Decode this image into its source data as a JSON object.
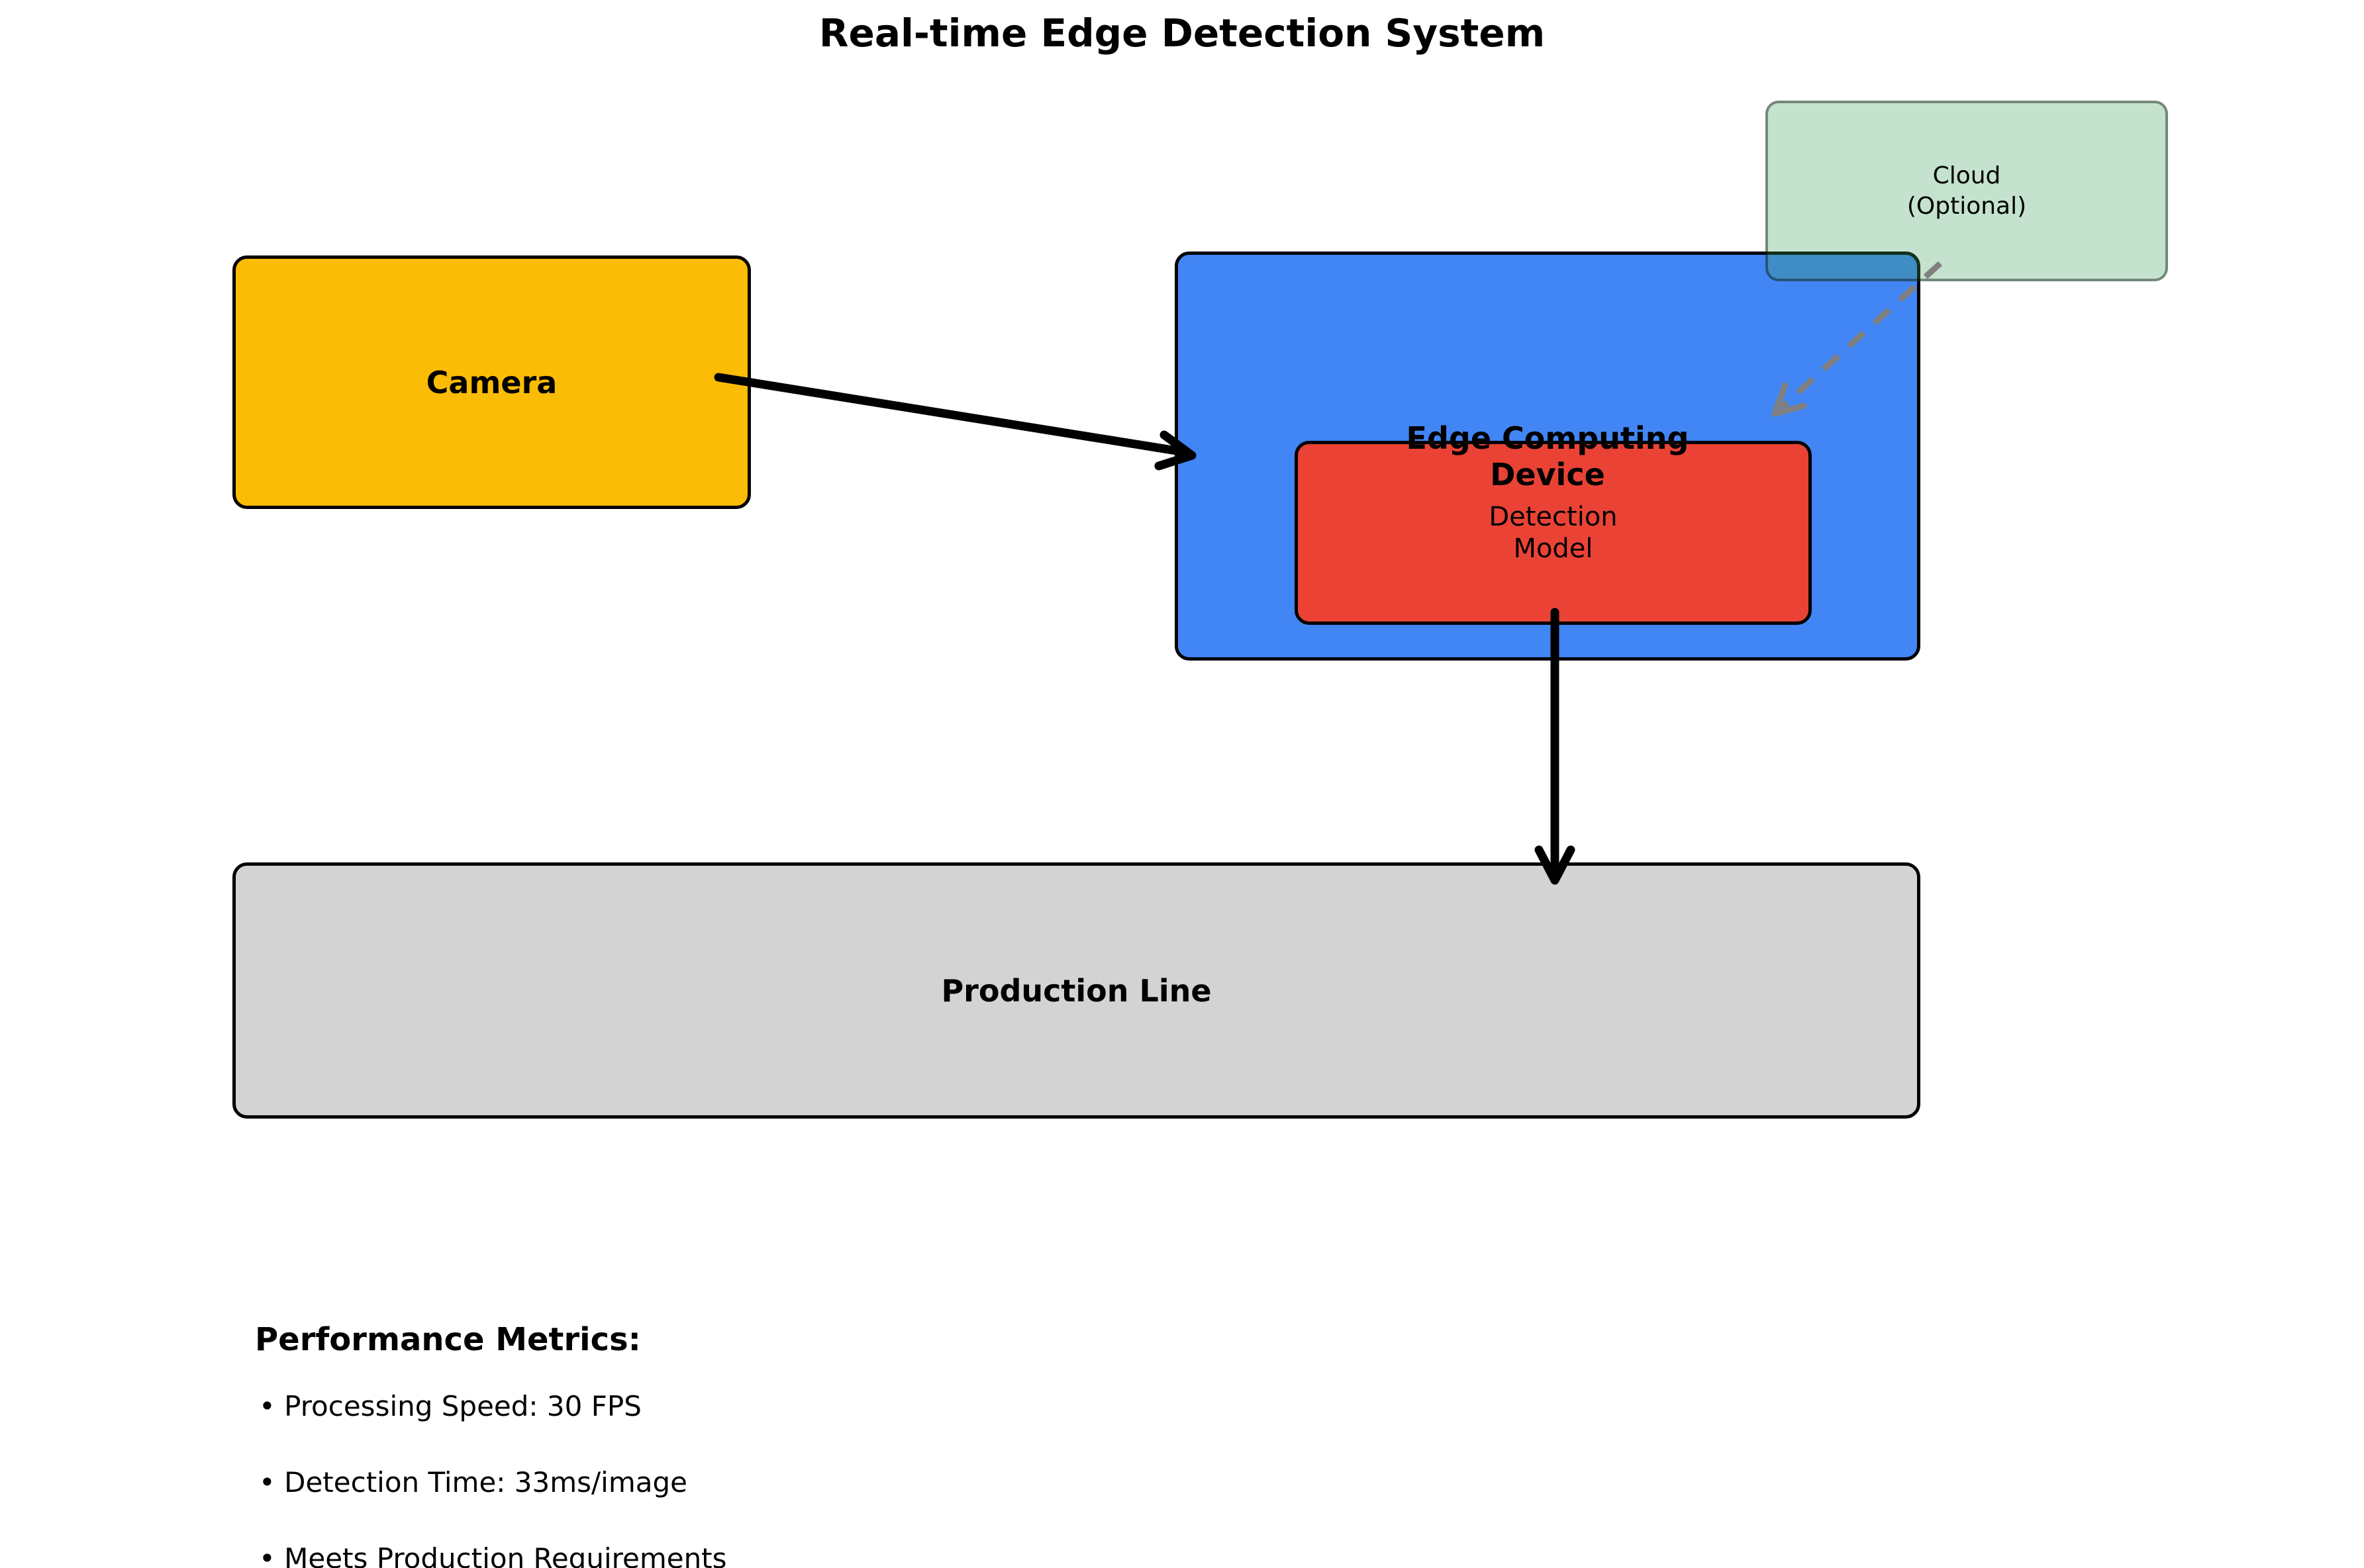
{
  "title": "Real-time Edge Detection System",
  "nodes": {
    "camera": {
      "label": "Camera",
      "fill": "#FBBC05"
    },
    "edge_device": {
      "line1": "Edge Computing",
      "line2": "Device",
      "fill": "#4285F4"
    },
    "detection_model": {
      "line1": "Detection",
      "line2": "Model",
      "fill": "#EA4335"
    },
    "cloud": {
      "line1": "Cloud",
      "line2": "(Optional)",
      "fill": "#3CA05A",
      "fill_opacity": "0.30"
    },
    "production_line": {
      "label": "Production Line",
      "fill": "#D3D3D3"
    }
  },
  "arrows": {
    "camera_to_edge": {
      "style": "solid",
      "color": "#000000"
    },
    "edge_to_production": {
      "style": "solid",
      "color": "#000000"
    },
    "cloud_to_edge": {
      "style": "dashed",
      "color": "#808080"
    }
  },
  "metrics": {
    "heading": "Performance Metrics:",
    "items": [
      "• Processing Speed: 30 FPS",
      "• Detection Time: 33ms/image",
      "• Meets Production Requirements"
    ]
  }
}
